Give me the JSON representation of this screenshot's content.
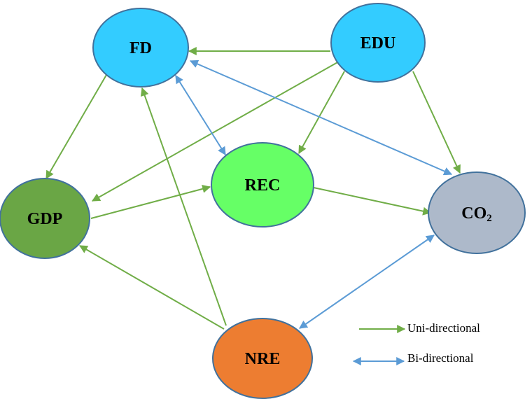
{
  "nodes": [
    {
      "id": "FD",
      "label": "FD",
      "fill": "#33CCFF"
    },
    {
      "id": "EDU",
      "label": "EDU",
      "fill": "#33CCFF"
    },
    {
      "id": "REC",
      "label": "REC",
      "fill": "#66FF66"
    },
    {
      "id": "GDP",
      "label": "GDP",
      "fill": "#6AA645"
    },
    {
      "id": "CO2",
      "label": "CO",
      "subscript": "2",
      "fill": "#ADB9CA"
    },
    {
      "id": "NRE",
      "label": "NRE",
      "fill": "#ED7D31"
    }
  ],
  "edges": [
    {
      "from": "EDU",
      "to": "FD",
      "type": "uni"
    },
    {
      "from": "EDU",
      "to": "GDP",
      "type": "uni"
    },
    {
      "from": "EDU",
      "to": "REC",
      "type": "uni"
    },
    {
      "from": "EDU",
      "to": "CO2",
      "type": "uni"
    },
    {
      "from": "FD",
      "to": "GDP",
      "type": "uni"
    },
    {
      "from": "FD",
      "to": "REC",
      "type": "bi"
    },
    {
      "from": "FD",
      "to": "CO2",
      "type": "bi"
    },
    {
      "from": "GDP",
      "to": "REC",
      "type": "uni"
    },
    {
      "from": "REC",
      "to": "CO2",
      "type": "uni"
    },
    {
      "from": "NRE",
      "to": "GDP",
      "type": "uni"
    },
    {
      "from": "NRE",
      "to": "FD",
      "type": "uni"
    },
    {
      "from": "NRE",
      "to": "CO2",
      "type": "bi"
    }
  ],
  "legend": {
    "uni_label": "Uni-directional",
    "bi_label": "Bi-directional"
  },
  "colors": {
    "uni": "#70AD47",
    "bi": "#5B9BD5",
    "node_border": "#41719C"
  }
}
